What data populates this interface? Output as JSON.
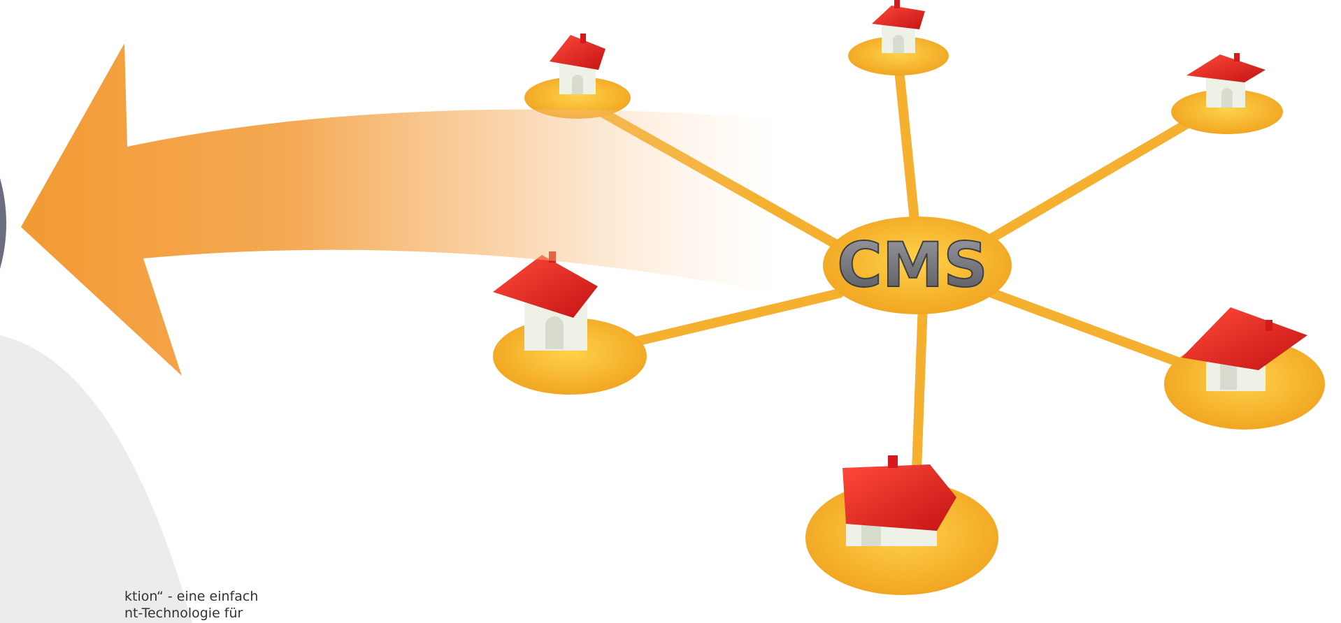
{
  "diagram": {
    "hub_label": "CMS",
    "colors": {
      "arrow": "#f29a33",
      "hub": "#f7b52a",
      "spoke": "#f4b02e",
      "roof": "#e31e1e",
      "wall": "#eef1e6",
      "grey_disc": "#6b6e7e",
      "backdrop": "#ececee"
    }
  },
  "caption": {
    "line1": "ktion“ - eine einfach",
    "line2": "nt-Technologie für"
  }
}
